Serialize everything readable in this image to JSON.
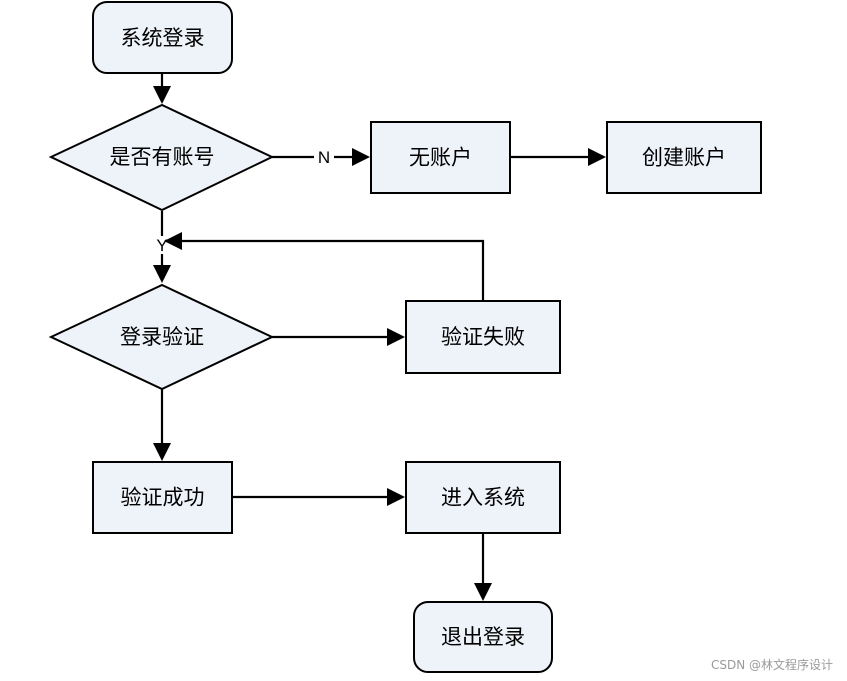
{
  "nodes": {
    "start": "系统登录",
    "has_account": "是否有账号",
    "no_account": "无账户",
    "create_account": "创建账户",
    "login_verify": "登录验证",
    "verify_fail": "验证失败",
    "verify_success": "验证成功",
    "enter_system": "进入系统",
    "logout": "退出登录"
  },
  "edge_labels": {
    "no": "N",
    "yes": "Y"
  },
  "watermark": "CSDN @林文程序设计"
}
